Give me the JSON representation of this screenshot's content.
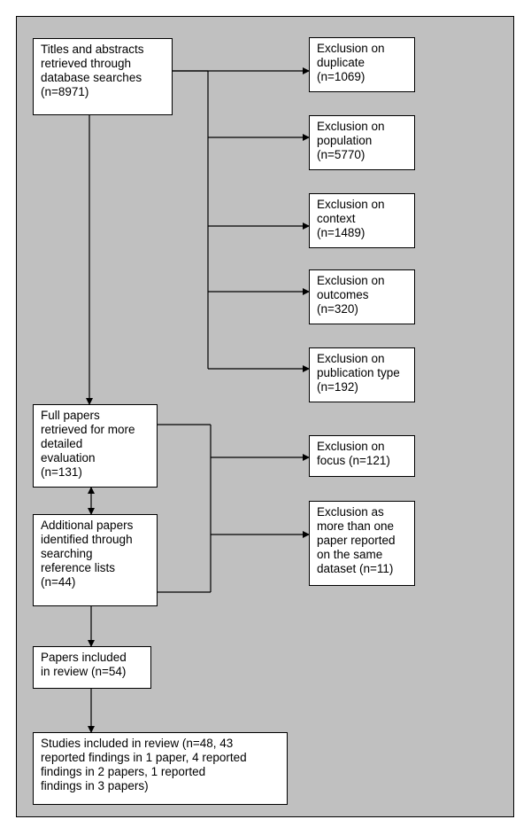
{
  "boxes": {
    "titles_abstracts": "Titles and abstracts\nretrieved through\ndatabase searches\n(n=8971)",
    "excl_duplicate": "Exclusion on\nduplicate\n(n=1069)",
    "excl_population": "Exclusion on\npopulation\n(n=5770)",
    "excl_context": "Exclusion on\ncontext\n(n=1489)",
    "excl_outcomes": "Exclusion on\noutcomes\n(n=320)",
    "excl_pubtype": "Exclusion on\npublication type\n(n=192)",
    "full_papers": "Full papers\nretrieved for more\ndetailed\nevaluation\n(n=131)",
    "additional_papers": "Additional papers\nidentified through\nsearching\nreference lists\n(n=44)",
    "excl_focus": "Exclusion on\nfocus (n=121)",
    "excl_same_dataset": "Exclusion as\nmore than one\npaper reported\non the same\ndataset (n=11)",
    "papers_included": "Papers included\nin review (n=54)",
    "studies_included": "Studies included in review (n=48, 43\nreported findings in 1 paper, 4 reported\nfindings in 2 papers, 1 reported\nfindings in 3 papers)"
  },
  "colors": {
    "background": "#c0c0c0",
    "box": "#ffffff",
    "line": "#000000"
  }
}
